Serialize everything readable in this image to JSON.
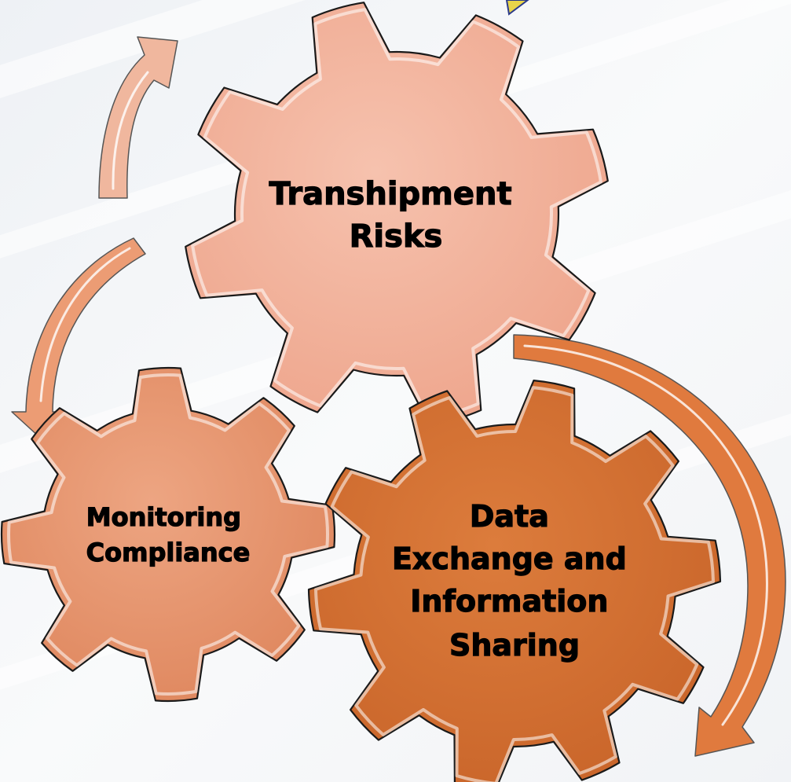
{
  "diagram": {
    "gears": [
      {
        "id": "transhipment",
        "lines": [
          "Transhipment",
          "Risks"
        ],
        "color": "#f2b09a"
      },
      {
        "id": "monitoring",
        "lines": [
          "Monitoring",
          "Compliance"
        ],
        "color": "#e8916b"
      },
      {
        "id": "data-exchange",
        "lines": [
          "Data",
          "Exchange and",
          "Information",
          "Sharing"
        ],
        "color": "#d4702f"
      }
    ],
    "arrows": [
      {
        "id": "arrow-upper-left",
        "color": "#f0b79e"
      },
      {
        "id": "arrow-left",
        "color": "#ec9c74"
      },
      {
        "id": "arrow-right",
        "color": "#e07a3e"
      }
    ],
    "colors": {
      "background": "#f6f7f9",
      "outline": "#1a1a1a",
      "corner_accent": "#e8d44a"
    }
  }
}
